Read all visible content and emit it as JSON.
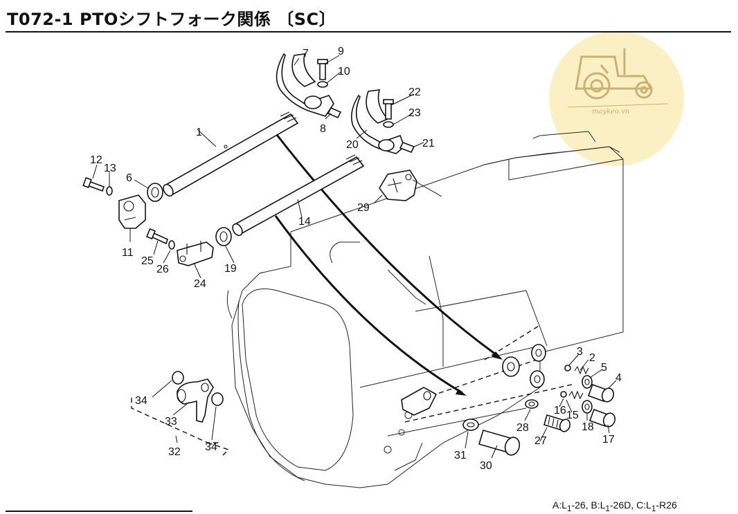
{
  "header": {
    "title": "T072-1 PTOシフトフォーク関係 〔SC〕"
  },
  "footer": {
    "note": "A:L1-26, B:L1-26D, C:L1-R26",
    "note_parts": {
      "a_prefix": "A:L",
      "a_suffix": "-26,",
      "b_prefix": "B:L",
      "b_suffix": "-26D,",
      "c_prefix": "C:L",
      "c_suffix": "-R26",
      "subscript": "1"
    }
  },
  "watermark": {
    "icon": "tractor-icon",
    "text": "maykeo.vn",
    "background": "#fbf0c4",
    "stroke": "#c7b26f"
  },
  "callouts": {
    "c1": "1",
    "c2": "2",
    "c3": "3",
    "c4": "4",
    "c5": "5",
    "c6": "6",
    "c7": "7",
    "c8": "8",
    "c9": "9",
    "c10": "10",
    "c11": "11",
    "c12": "12",
    "c13": "13",
    "c14": "14",
    "c15": "15",
    "c16": "16",
    "c17": "17",
    "c18": "18",
    "c19": "19",
    "c20": "20",
    "c21": "21",
    "c22": "22",
    "c23": "23",
    "c24": "24",
    "c25": "25",
    "c26": "26",
    "c27": "27",
    "c28": "28",
    "c29": "29",
    "c30": "30",
    "c31": "31",
    "c32": "32",
    "c33": "33",
    "c34a": "34",
    "c34b": "34"
  }
}
